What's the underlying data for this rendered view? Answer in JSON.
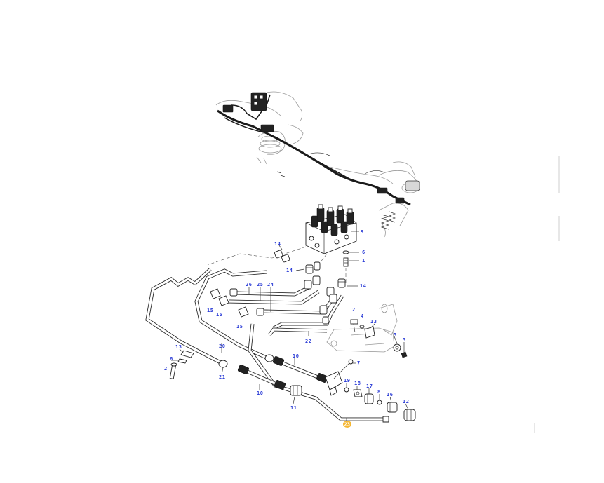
{
  "diagram": {
    "callouts": [
      {
        "id": "c-9",
        "label": "9"
      },
      {
        "id": "c-6a",
        "label": "6"
      },
      {
        "id": "c-1",
        "label": "1"
      },
      {
        "id": "c-14a",
        "label": "14"
      },
      {
        "id": "c-14b",
        "label": "14"
      },
      {
        "id": "c-14c",
        "label": "14"
      },
      {
        "id": "c-26",
        "label": "26"
      },
      {
        "id": "c-25",
        "label": "25"
      },
      {
        "id": "c-24",
        "label": "24"
      },
      {
        "id": "c-15a",
        "label": "15"
      },
      {
        "id": "c-15b",
        "label": "15"
      },
      {
        "id": "c-15c",
        "label": "15"
      },
      {
        "id": "c-22",
        "label": "22"
      },
      {
        "id": "c-20",
        "label": "20"
      },
      {
        "id": "c-2a",
        "label": "2"
      },
      {
        "id": "c-4",
        "label": "4"
      },
      {
        "id": "c-13a",
        "label": "13"
      },
      {
        "id": "c-5",
        "label": "5"
      },
      {
        "id": "c-3",
        "label": "3"
      },
      {
        "id": "c-13b",
        "label": "13"
      },
      {
        "id": "c-6b",
        "label": "6"
      },
      {
        "id": "c-2b",
        "label": "2"
      },
      {
        "id": "c-21",
        "label": "21"
      },
      {
        "id": "c-10a",
        "label": "10"
      },
      {
        "id": "c-7",
        "label": "7"
      },
      {
        "id": "c-19",
        "label": "19"
      },
      {
        "id": "c-18",
        "label": "18"
      },
      {
        "id": "c-17",
        "label": "17"
      },
      {
        "id": "c-8",
        "label": "8"
      },
      {
        "id": "c-16",
        "label": "16"
      },
      {
        "id": "c-12",
        "label": "12"
      },
      {
        "id": "c-10b",
        "label": "10"
      },
      {
        "id": "c-11",
        "label": "11"
      },
      {
        "id": "c-23",
        "label": "23",
        "highlighted": true
      }
    ]
  }
}
